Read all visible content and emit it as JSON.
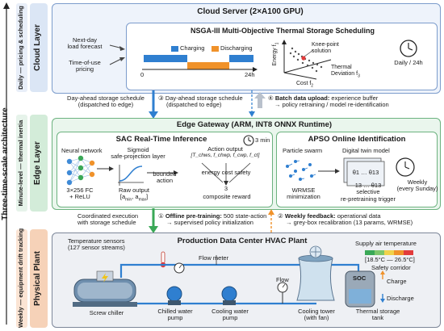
{
  "arch": {
    "main_title": "Three-time-scale architecture",
    "row_daily": "Daily — pricing & scheduling",
    "row_minute": "Minute-level — thermal inertia",
    "row_weekly": "Weekly — equipment drift tracking"
  },
  "layers": {
    "cloud": "Cloud Layer",
    "edge": "Edge Layer",
    "plant": "Physical Plant"
  },
  "cloud": {
    "server_title": "Cloud Server (2×A100 GPU)",
    "nsga_title": "NSGA-III Multi-Objective Thermal Storage Scheduling",
    "input1_line1": "Next-day",
    "input1_line2": "load forecast",
    "input2_line1": "Time-of-use",
    "input2_line2": "pricing",
    "legend_charging": "Charging",
    "legend_discharging": "Discharging",
    "axis_0": "0",
    "axis_24": "24h",
    "knee_line1": "Knee-point",
    "knee_line2": "solution",
    "energy": "Energy f",
    "energy_sub": "1",
    "cost": "Cost f",
    "cost_sub": "2",
    "thermal_line1": "Thermal",
    "thermal_line2": "Deviation f",
    "thermal_sub": "3",
    "daily": "Daily / 24h"
  },
  "links": {
    "left_line1": "Day-ahead storage schedule",
    "left_line2": "(dispatched to edge)",
    "n3_num": "③",
    "n3_line1": "Day-ahead storage schedule",
    "n3_line2": "(dispatched to edge)",
    "n4_num": "④",
    "n4_bold": "Batch data upload:",
    "n4_rest": " experience buffer",
    "n4_line2": "→ policy retraining / model re-identification",
    "coord_line1": "Coordinated execution",
    "coord_line2": "with storage schedule",
    "n1_num": "①",
    "n1_bold": "Offline pre-training:",
    "n1_rest": " 500 state-action",
    "n1_line2": "→ supervised policy initialization",
    "n2_num": "②",
    "n2_bold": "Weekly feedback:",
    "n2_rest": " operational data",
    "n2_line2": "→ grey-box recalibration (13 params, WRMSE)"
  },
  "edge": {
    "gateway_title": "Edge Gateway (ARM, INT8 ONNX Runtime)",
    "sac_title": "SAC Real-Time Inference",
    "sac_period": "3 min",
    "nn_label": "Neural network",
    "nn_arch_line1": "3×256 FC",
    "nn_arch_line2": "+ ReLU",
    "sigmoid_line1": "Sigmoid",
    "sigmoid_line2": "safe-projection layer",
    "raw_line1": "Raw output",
    "raw_line2": "[a",
    "raw_min": "min",
    "raw_mid": ", a",
    "raw_max": "max",
    "raw_end": "]",
    "bounded_line1": "bounded",
    "bounded_line2": "action",
    "action_line1": "Action output",
    "action_line2": "[T_chws, f_chwp, f_cwp, f_ct]",
    "reward_line1": "energy cost safety",
    "reward_line2": "composite reward",
    "reward_count": "3",
    "apso_title": "APSO Online Identification",
    "swarm_label": "Particle swarm",
    "twin_label": "Digital twin model",
    "theta_label": "θ1 … θ13",
    "wrmse_line1": "WRMSE",
    "wrmse_line2": "minimization",
    "theta_range": "13 … θ13",
    "selective_line1": "selective",
    "selective_line2": "re-pretraining trigger",
    "weekly_line1": "Weekly",
    "weekly_line2": "(every Sunday)"
  },
  "plant": {
    "title": "Production Data Center HVAC Plant",
    "sensors_line1": "Temperature sensors",
    "sensors_line2": "(127 sensor streams)",
    "flow_meter": "Flow meter",
    "flow": "Flow",
    "supply_title": "Supply air temperature",
    "supply_range": "[18.5°C — 26.5°C]",
    "safety": "Safety corridor",
    "soc": "SOC",
    "charge": "Charge",
    "discharge": "Discharge",
    "eq_chiller": "Screw chiller",
    "eq_chw_line1": "Chilled water",
    "eq_chw_line2": "pump",
    "eq_cw_line1": "Cooling water",
    "eq_cw_line2": "pump",
    "eq_ct_line1": "Cooling tower",
    "eq_ct_line2": "(with fan)",
    "eq_ts_line1": "Thermal storage",
    "eq_ts_line2": "tank"
  },
  "colors": {
    "cloud_band": "#dbe6f5",
    "edge_band": "#d3ecd9",
    "plant_band": "#f6d2b8",
    "charging": "#2f7fd0",
    "discharging": "#f0922a",
    "blue_arrow": "#2f7fd0",
    "green_arrow": "#3aa857",
    "orange_arrow": "#f0922a"
  }
}
